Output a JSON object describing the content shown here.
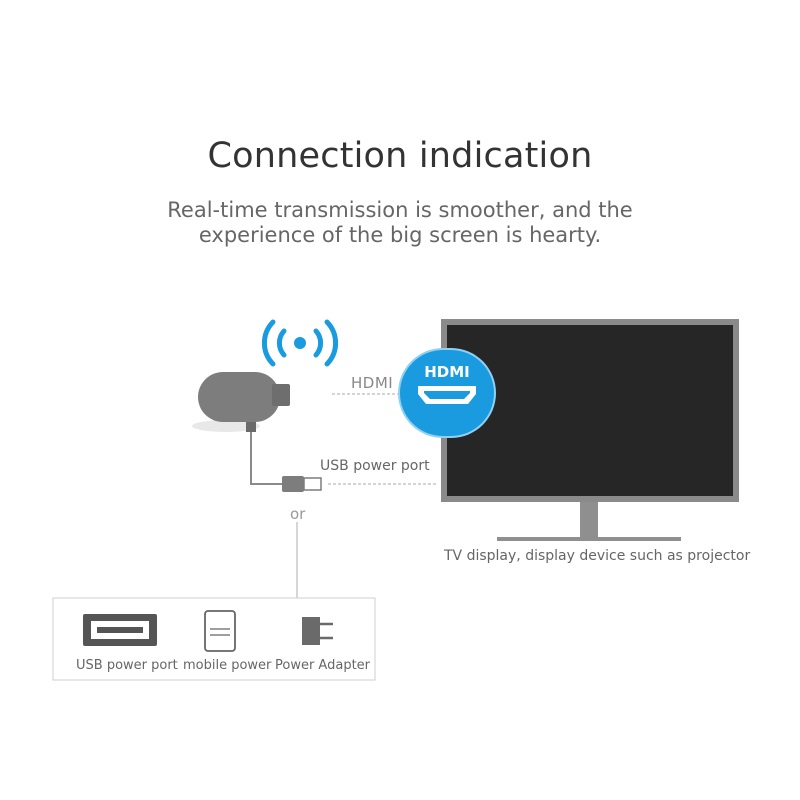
{
  "header": {
    "title": "Connection indication",
    "subtitle_line1": "Real-time transmission is smoother, and the",
    "subtitle_line2": "experience of the big screen is hearty."
  },
  "labels": {
    "hdmi": "HDMI",
    "hdmi_badge": "HDMI",
    "usb_power_port": "USB power port",
    "or": "or",
    "tv_display": "TV display, display device such as projector"
  },
  "power_options": [
    {
      "label": "USB power port"
    },
    {
      "label": "mobile power"
    },
    {
      "label": "Power Adapter"
    }
  ],
  "colors": {
    "accent_blue": "#1a9be0",
    "tv_frame": "#8a8a8a",
    "screen": "#262626",
    "dongle": "#7d7d7d"
  }
}
